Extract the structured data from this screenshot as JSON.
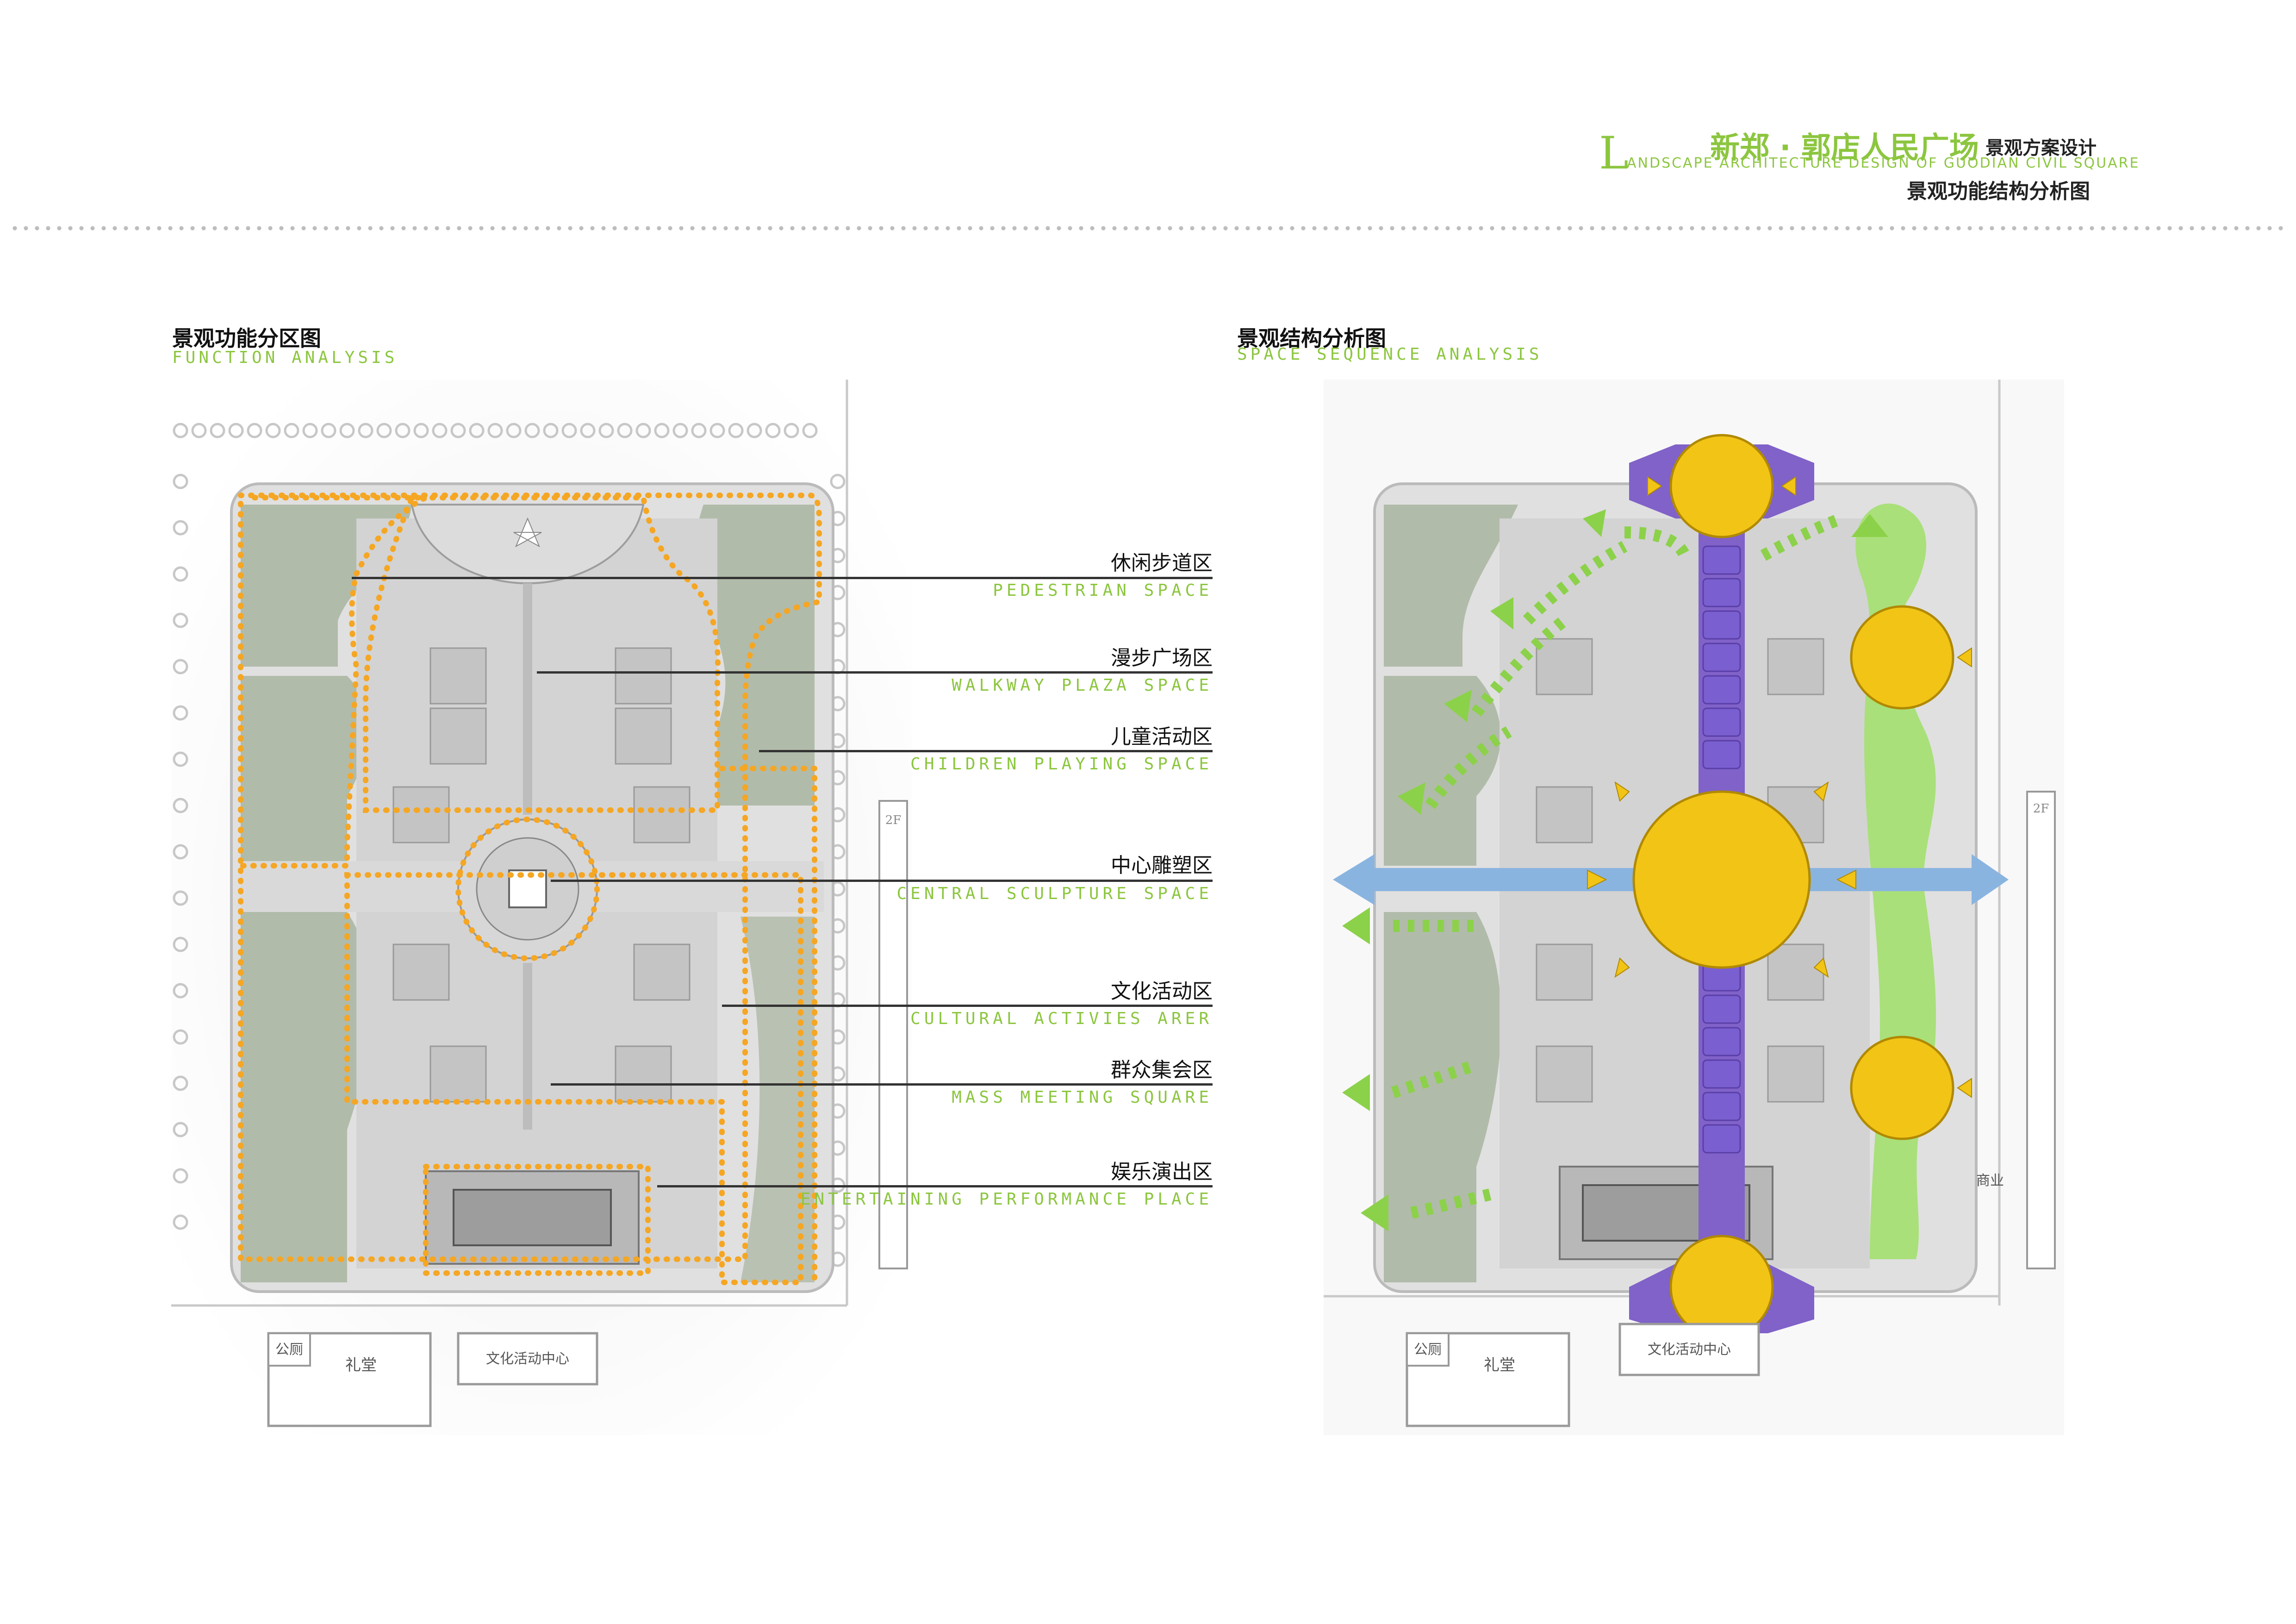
{
  "header": {
    "title_cn": "新郑 · 郭店人民广场",
    "subtitle_cn": "景观方案设计",
    "big_letter": "L",
    "title_en": "ANDSCAPE ARCHITECTURE DESIGN OF GUODIAN CIVIL SQUARE",
    "sheet_title": "景观功能结构分析图"
  },
  "left_panel": {
    "title_cn": "景观功能分区图",
    "title_en": "FUNCTION ANALYSIS",
    "zones": [
      {
        "cn": "休闲步道区",
        "en": "PEDESTRIAN SPACE"
      },
      {
        "cn": "漫步广场区",
        "en": "WALKWAY PLAZA SPACE"
      },
      {
        "cn": "儿童活动区",
        "en": "CHILDREN PLAYING SPACE"
      },
      {
        "cn": "中心雕塑区",
        "en": "CENTRAL SCULPTURE SPACE"
      },
      {
        "cn": "文化活动区",
        "en": "CULTURAL ACTIVIES ARER"
      },
      {
        "cn": "群众集会区",
        "en": "MASS MEETING SQUARE"
      },
      {
        "cn": "娱乐演出区",
        "en": "ENTERTAINING PERFORMANCE PLACE"
      }
    ],
    "map_labels": {
      "toilet": "公厕",
      "hall": "礼堂",
      "culture_center": "文化活动中心",
      "floors": "2F"
    }
  },
  "right_panel": {
    "title_cn": "景观结构分析图",
    "title_en": "SPACE SEQUENCE ANALYSIS",
    "map_labels": {
      "toilet": "公厕",
      "hall": "礼堂",
      "culture_center": "文化活动中心",
      "floors": "2F",
      "commercial": "商业"
    }
  },
  "colors": {
    "accent_green": "#8cc63f",
    "zone_outline": "#f5a623",
    "node_yellow": "#f2c416",
    "axis_purple": "#8062c8",
    "axis_blue": "#8ab4e0",
    "arrow_green": "#8cd14a",
    "park_green": "#a9e07a"
  }
}
